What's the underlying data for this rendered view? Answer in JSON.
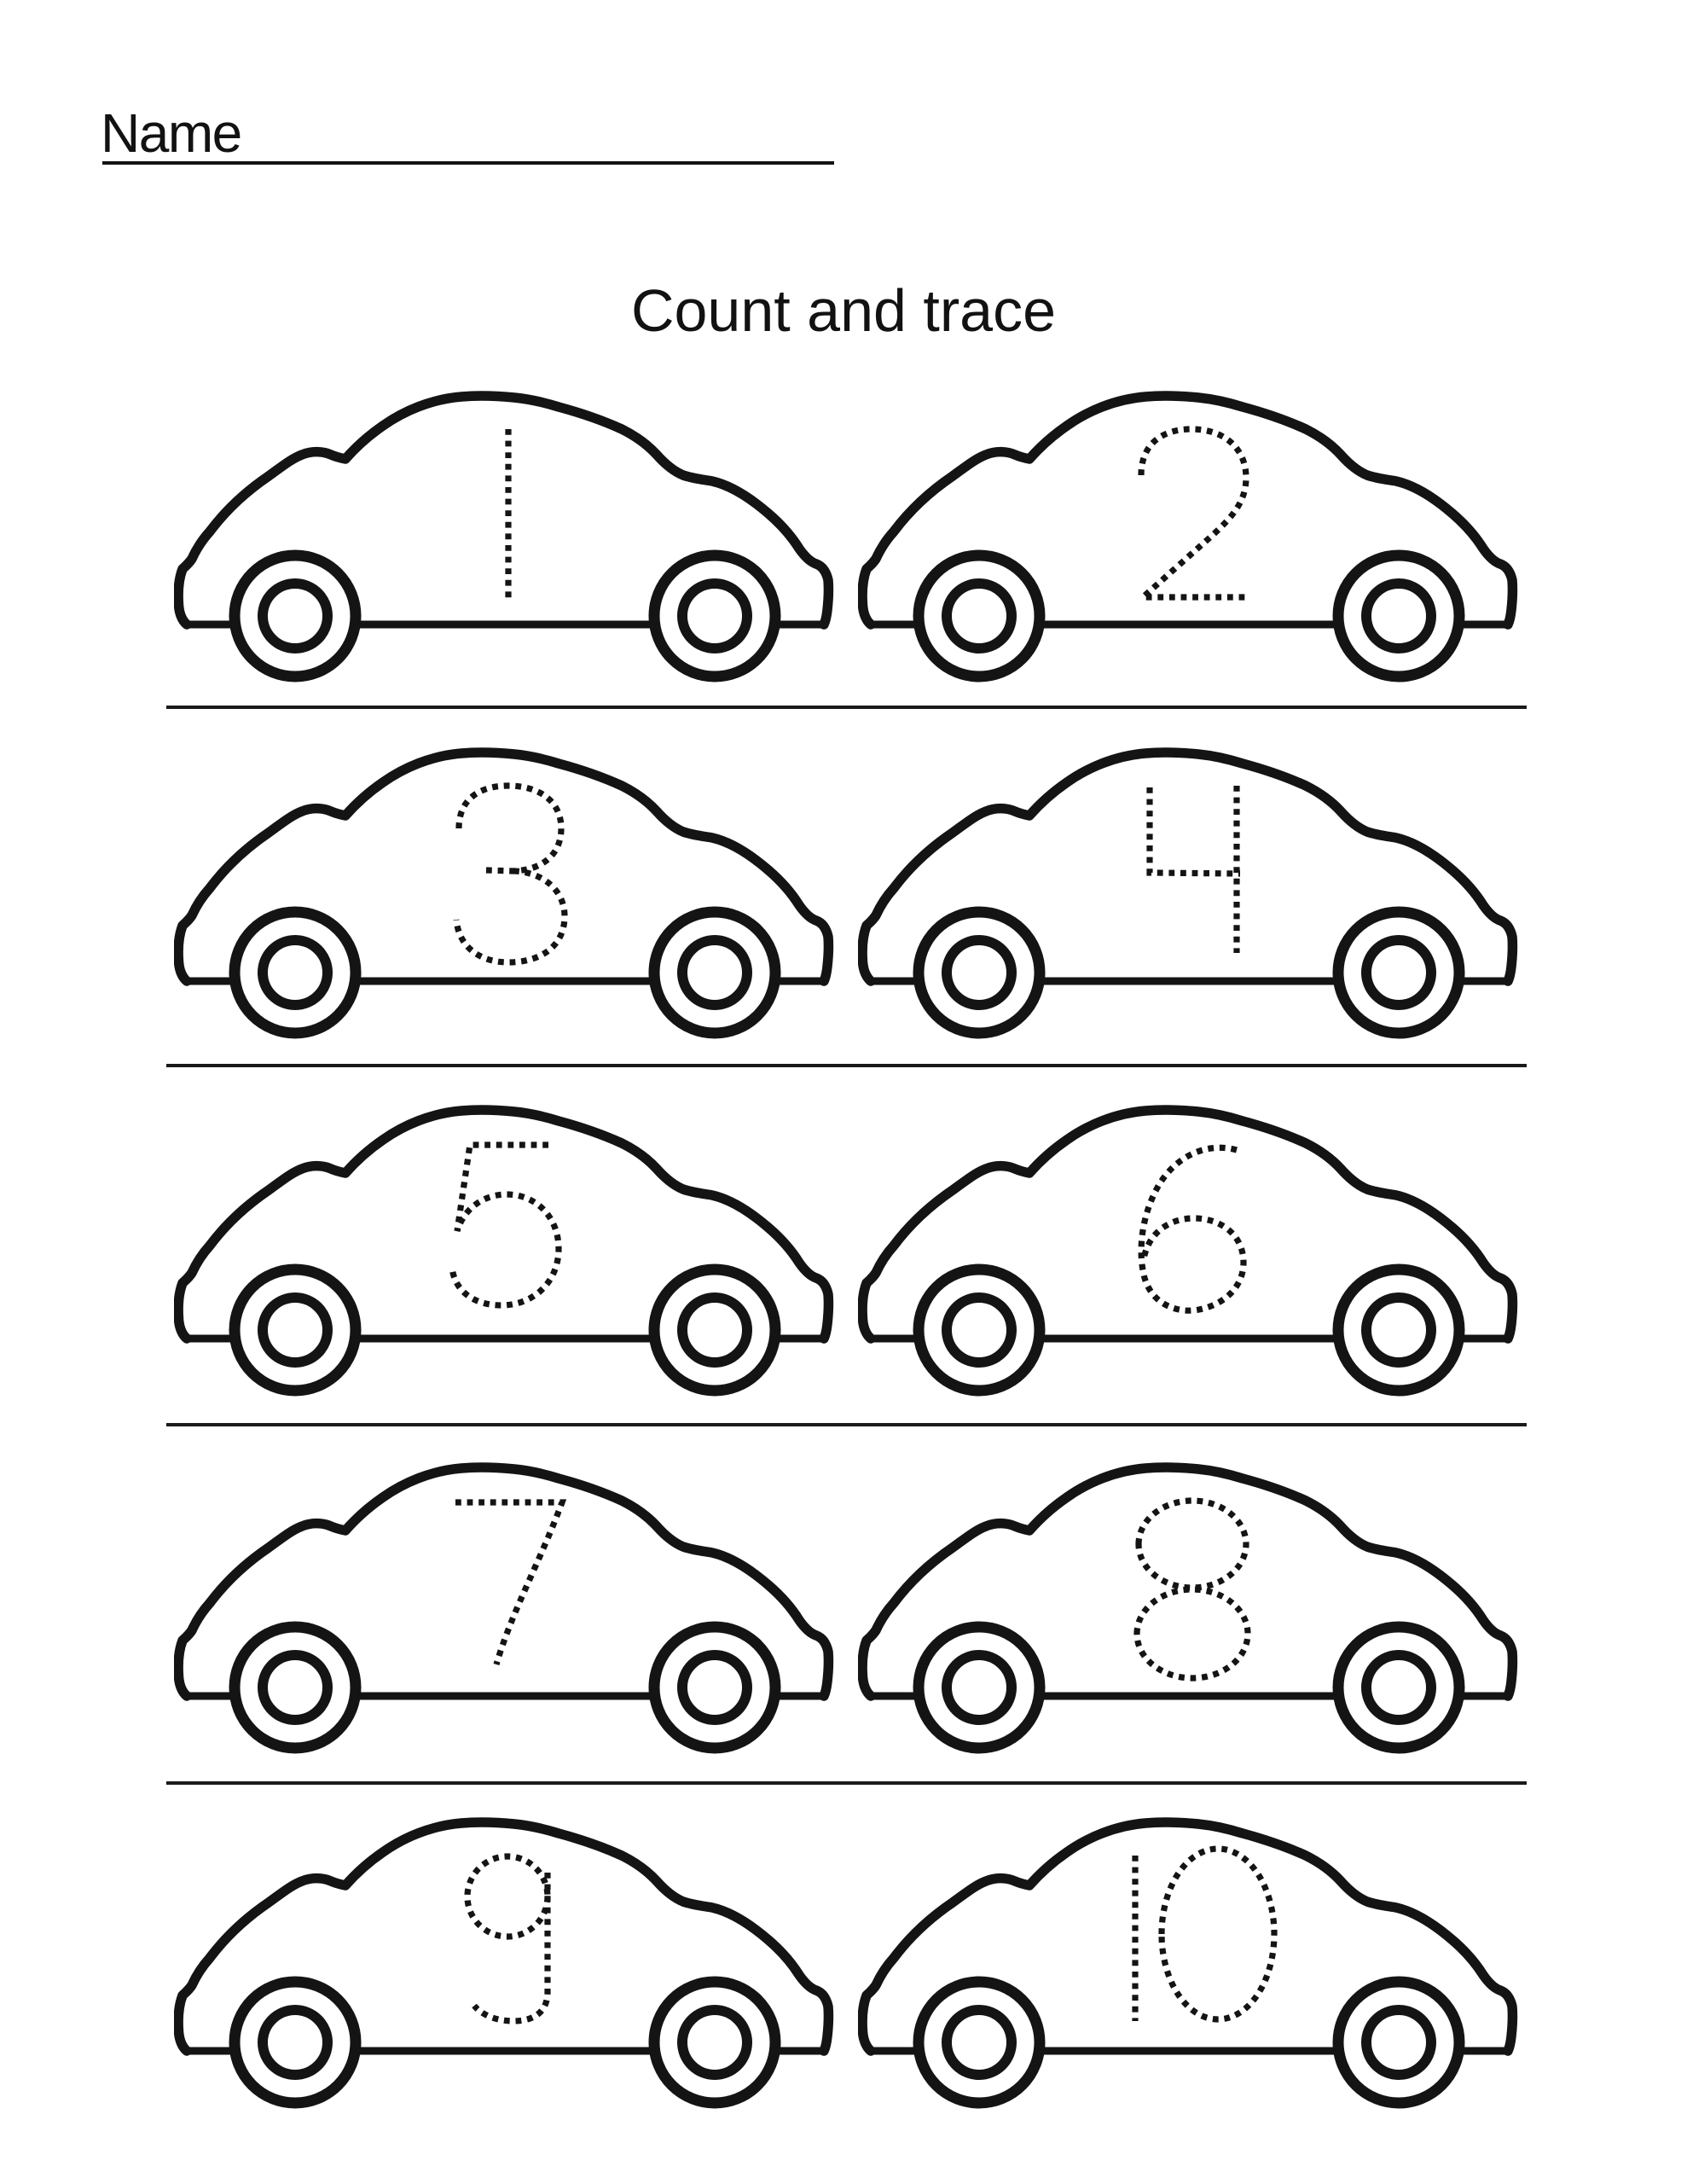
{
  "title": "Count and trace",
  "name_field": {
    "label": "Name",
    "value": ""
  },
  "ink_color": "#141414",
  "rows": [
    {
      "cars": [
        {
          "number": "1"
        },
        {
          "number": "2"
        }
      ]
    },
    {
      "cars": [
        {
          "number": "3"
        },
        {
          "number": "4"
        }
      ]
    },
    {
      "cars": [
        {
          "number": "5"
        },
        {
          "number": "6"
        }
      ]
    },
    {
      "cars": [
        {
          "number": "7"
        },
        {
          "number": "8"
        }
      ]
    },
    {
      "cars": [
        {
          "number": "9"
        },
        {
          "number": "10"
        }
      ]
    }
  ]
}
